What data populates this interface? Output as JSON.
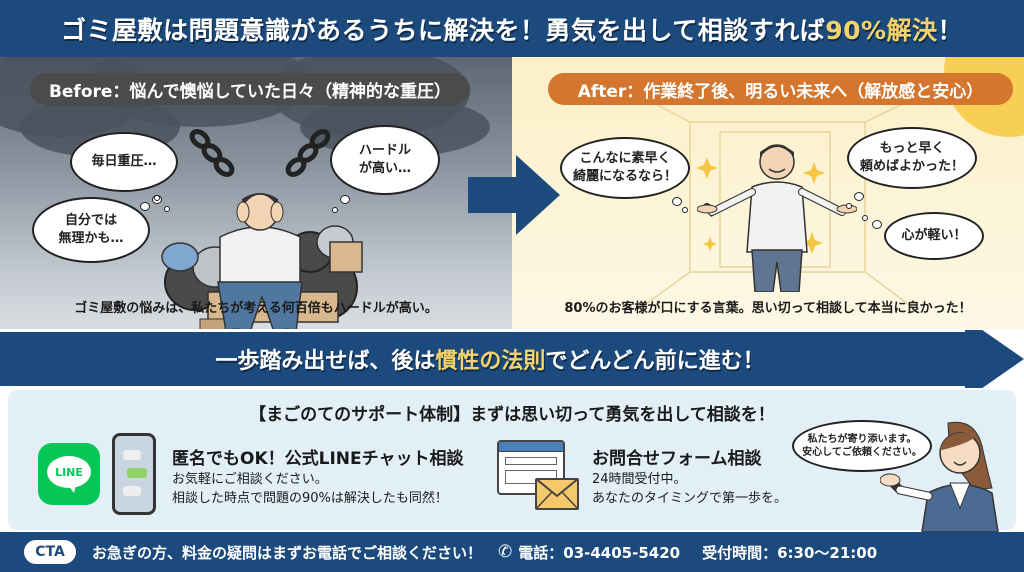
{
  "header": {
    "title_main": "ゴミ屋敷は問題意識があるうちに解決を！勇気を出して相談すれば",
    "title_highlight": "90%解決",
    "title_end": "！"
  },
  "before": {
    "label": "Before：悩んで懊悩していた日々（精神的な重圧）",
    "bubbles": [
      "毎日重圧…",
      "ハードル\nが高い…",
      "自分では\n無理かも…"
    ],
    "caption": "ゴミ屋敷の悩みは、私たちが考える何百倍もハードルが高い。"
  },
  "after": {
    "label": "After：作業終了後、明るい未来へ（解放感と安心）",
    "bubbles": [
      "こんなに素早く\n綺麗になるなら！",
      "もっと早く\n頼めばよかった！",
      "心が軽い！"
    ],
    "caption": "80%のお客様が口にする言葉。思い切って相談して本当に良かった！"
  },
  "banner": {
    "text_before": "一歩踏み出せば、後は",
    "text_highlight": "慣性の法則",
    "text_after": "でどんどん前に進む！"
  },
  "support": {
    "title": "【まごのてのサポート体制】まずは思い切って勇気を出して相談を！",
    "line": {
      "icon_label": "LINE",
      "title": "匿名でもOK！公式LINEチャット相談",
      "desc_1": "お気軽にご相談ください。",
      "desc_2": "相談した時点で問題の90%は解決したも同然！"
    },
    "form": {
      "title": "お問合せフォーム相談",
      "desc_1": "24時間受付中。",
      "desc_2": "あなたのタイミングで第一歩を。"
    },
    "staff_bubble_1": "私たちが寄り添います。",
    "staff_bubble_2": "安心してご依頼ください。"
  },
  "footer": {
    "cta_label": "CTA",
    "text": "お急ぎの方、料金の疑問はまずお電話でご相談ください！",
    "phone_icon": "phone-icon",
    "phone": "電話：03-4405-5420",
    "hours": "受付時間：6:30〜21:00"
  },
  "colors": {
    "navy": "#1d4a7d",
    "highlight_yellow": "#f2d26b",
    "after_label_orange": "#d4762e",
    "before_label_gray": "#4b4b4b",
    "line_green": "#06c755",
    "support_bg": "#e2eff7"
  }
}
